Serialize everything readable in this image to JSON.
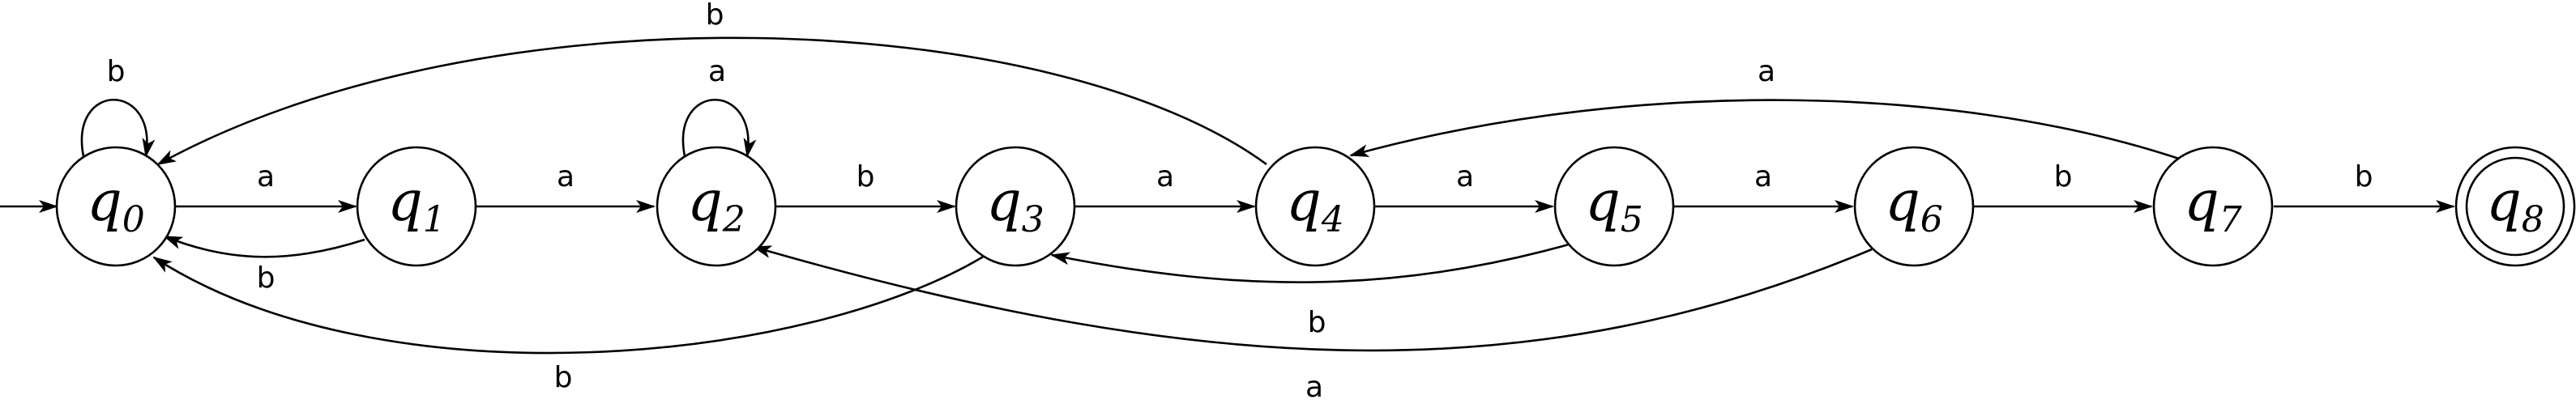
{
  "diagram": {
    "type": "deterministic-finite-automaton",
    "initial_state": "q0",
    "accepting_states": [
      "q8"
    ],
    "states": [
      {
        "id": "q0",
        "letter": "q",
        "sub": "0"
      },
      {
        "id": "q1",
        "letter": "q",
        "sub": "1"
      },
      {
        "id": "q2",
        "letter": "q",
        "sub": "2"
      },
      {
        "id": "q3",
        "letter": "q",
        "sub": "3"
      },
      {
        "id": "q4",
        "letter": "q",
        "sub": "4"
      },
      {
        "id": "q5",
        "letter": "q",
        "sub": "5"
      },
      {
        "id": "q6",
        "letter": "q",
        "sub": "6"
      },
      {
        "id": "q7",
        "letter": "q",
        "sub": "7"
      },
      {
        "id": "q8",
        "letter": "q",
        "sub": "8"
      }
    ],
    "transitions": [
      {
        "from": "q0",
        "to": "q0",
        "label": "b"
      },
      {
        "from": "q0",
        "to": "q1",
        "label": "a"
      },
      {
        "from": "q1",
        "to": "q0",
        "label": "b"
      },
      {
        "from": "q1",
        "to": "q2",
        "label": "a"
      },
      {
        "from": "q2",
        "to": "q2",
        "label": "a"
      },
      {
        "from": "q2",
        "to": "q3",
        "label": "b"
      },
      {
        "from": "q3",
        "to": "q4",
        "label": "a"
      },
      {
        "from": "q3",
        "to": "q0",
        "label": "b"
      },
      {
        "from": "q4",
        "to": "q5",
        "label": "a"
      },
      {
        "from": "q4",
        "to": "q0",
        "label": "b"
      },
      {
        "from": "q5",
        "to": "q6",
        "label": "a"
      },
      {
        "from": "q5",
        "to": "q3",
        "label": "b"
      },
      {
        "from": "q6",
        "to": "q7",
        "label": "b"
      },
      {
        "from": "q6",
        "to": "q2",
        "label": "a"
      },
      {
        "from": "q7",
        "to": "q8",
        "label": "b"
      },
      {
        "from": "q7",
        "to": "q4",
        "label": "a"
      }
    ]
  }
}
